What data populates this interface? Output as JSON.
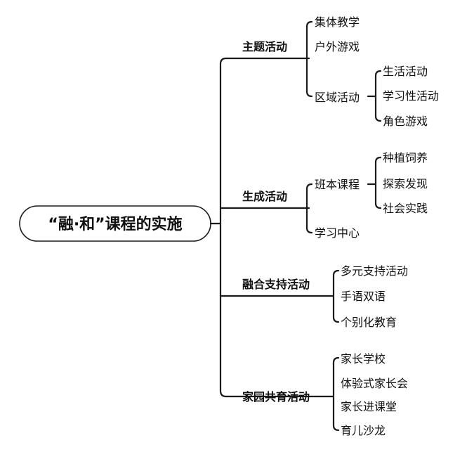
{
  "root": "“融·和”课程的实施",
  "branches": [
    {
      "label": "主题活动",
      "children": [
        {
          "label": "集体教学"
        },
        {
          "label": "户外游戏"
        },
        {
          "label": "区域活动",
          "children": [
            "生活活动",
            "学习性活动",
            "角色游戏"
          ]
        }
      ]
    },
    {
      "label": "生成活动",
      "children": [
        {
          "label": "班本课程",
          "children": [
            "种植饲养",
            "探索发现",
            "社会实践"
          ]
        },
        {
          "label": "学习中心"
        }
      ]
    },
    {
      "label": "融合支持活动",
      "children": [
        {
          "label": "多元支持活动"
        },
        {
          "label": "手语双语"
        },
        {
          "label": "个别化教育"
        }
      ]
    },
    {
      "label": "家园共育活动",
      "children": [
        {
          "label": "家长学校"
        },
        {
          "label": "体验式家长会"
        },
        {
          "label": "家长进课堂"
        },
        {
          "label": "育儿沙龙"
        }
      ]
    }
  ]
}
